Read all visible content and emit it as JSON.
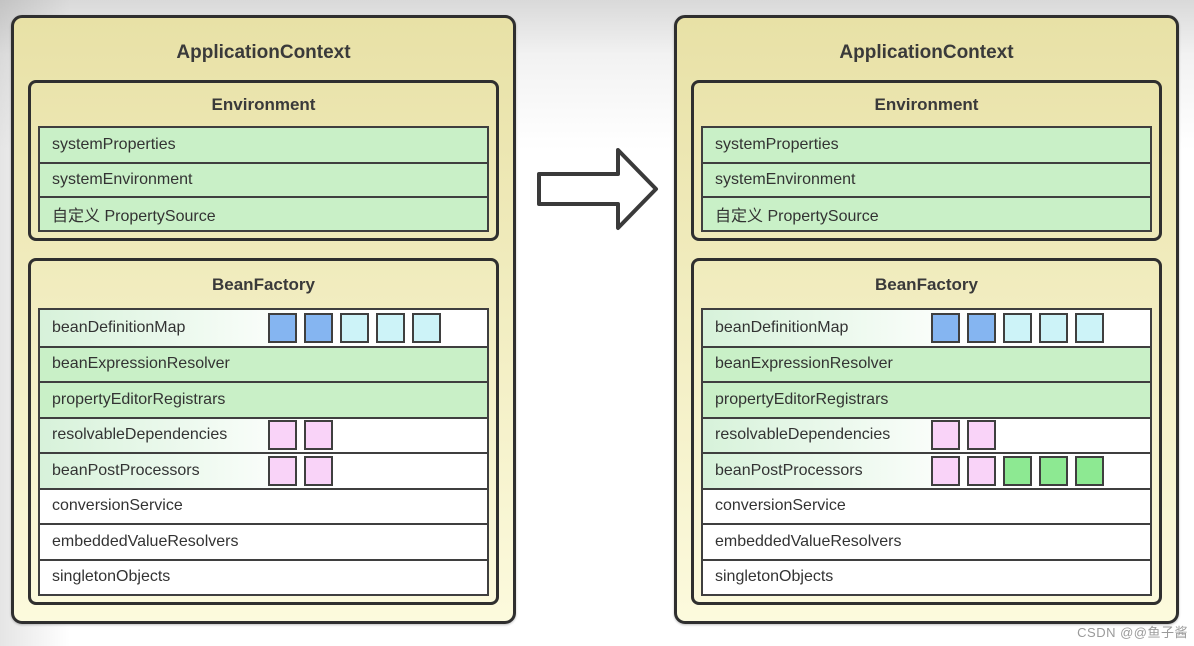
{
  "watermark": {
    "text": "CSDN @@鱼子酱"
  },
  "arrow": {
    "icon": "right-arrow"
  },
  "colors": {
    "square_blue": "#85b5f1",
    "square_cyan": "#cdf3f8",
    "square_pink": "#f9d3f8",
    "square_green": "#8de992",
    "row_green": "#c9f0c7",
    "row_fade": "#d7f2da",
    "panel_top": "#e8e1a6",
    "panel_bottom": "#fcfadd"
  },
  "panels": [
    {
      "position": "left",
      "title": "ApplicationContext",
      "environment": {
        "title": "Environment",
        "rows": [
          {
            "label": "systemProperties"
          },
          {
            "label": "systemEnvironment"
          },
          {
            "label": "自定义 PropertySource"
          }
        ]
      },
      "bean_factory": {
        "title": "BeanFactory",
        "rows": [
          {
            "label": "beanDefinitionMap",
            "bg": "fade",
            "squares": [
              "blue",
              "blue",
              "cyan",
              "cyan",
              "cyan"
            ]
          },
          {
            "label": "beanExpressionResolver",
            "bg": "green",
            "squares": []
          },
          {
            "label": "propertyEditorRegistrars",
            "bg": "green",
            "squares": []
          },
          {
            "label": "resolvableDependencies",
            "bg": "fade",
            "squares": [
              "pink",
              "pink"
            ]
          },
          {
            "label": "beanPostProcessors",
            "bg": "fade",
            "squares": [
              "pink",
              "pink"
            ]
          },
          {
            "label": "conversionService",
            "bg": "white",
            "squares": []
          },
          {
            "label": "embeddedValueResolvers",
            "bg": "white",
            "squares": []
          },
          {
            "label": "singletonObjects",
            "bg": "white",
            "squares": []
          }
        ]
      }
    },
    {
      "position": "right",
      "title": "ApplicationContext",
      "environment": {
        "title": "Environment",
        "rows": [
          {
            "label": "systemProperties"
          },
          {
            "label": "systemEnvironment"
          },
          {
            "label": "自定义 PropertySource"
          }
        ]
      },
      "bean_factory": {
        "title": "BeanFactory",
        "rows": [
          {
            "label": "beanDefinitionMap",
            "bg": "fade",
            "squares": [
              "blue",
              "blue",
              "cyan",
              "cyan",
              "cyan"
            ]
          },
          {
            "label": "beanExpressionResolver",
            "bg": "green",
            "squares": []
          },
          {
            "label": "propertyEditorRegistrars",
            "bg": "green",
            "squares": []
          },
          {
            "label": "resolvableDependencies",
            "bg": "fade",
            "squares": [
              "pink",
              "pink"
            ]
          },
          {
            "label": "beanPostProcessors",
            "bg": "fade",
            "squares": [
              "pink",
              "pink",
              "green",
              "green",
              "green"
            ]
          },
          {
            "label": "conversionService",
            "bg": "white",
            "squares": []
          },
          {
            "label": "embeddedValueResolvers",
            "bg": "white",
            "squares": []
          },
          {
            "label": "singletonObjects",
            "bg": "white",
            "squares": []
          }
        ]
      }
    }
  ]
}
